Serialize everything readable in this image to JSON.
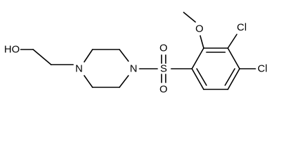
{
  "molecule": {
    "atoms": {
      "hydroxyl": "HO",
      "piperazine_n1": "N",
      "piperazine_n4": "N",
      "sulfur": "S",
      "sulfonyl_o_top": "O",
      "sulfonyl_o_bottom": "O",
      "methoxy_o": "O",
      "chloro_3": "Cl",
      "chloro_4": "Cl"
    }
  },
  "colors": {
    "bond": "#000000",
    "label": "#000000",
    "background": "#ffffff"
  }
}
